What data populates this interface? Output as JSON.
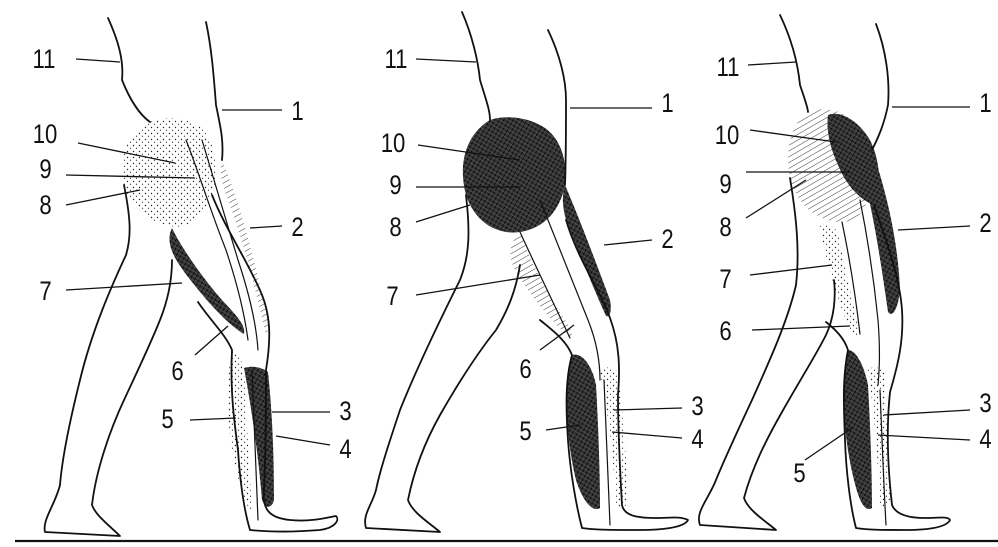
{
  "figures": [
    {
      "id": "phase-1",
      "labels": [
        "11",
        "10",
        "9",
        "8",
        "7",
        "6",
        "5",
        "1",
        "2",
        "3",
        "4"
      ]
    },
    {
      "id": "phase-2",
      "labels": [
        "11",
        "10",
        "9",
        "8",
        "7",
        "6",
        "5",
        "1",
        "2",
        "3",
        "4"
      ]
    },
    {
      "id": "phase-3",
      "labels": [
        "11",
        "10",
        "9",
        "8",
        "7",
        "6",
        "5",
        "1",
        "2",
        "3",
        "4"
      ]
    }
  ],
  "colors": {
    "ink": "#111111",
    "background": "#ffffff"
  }
}
